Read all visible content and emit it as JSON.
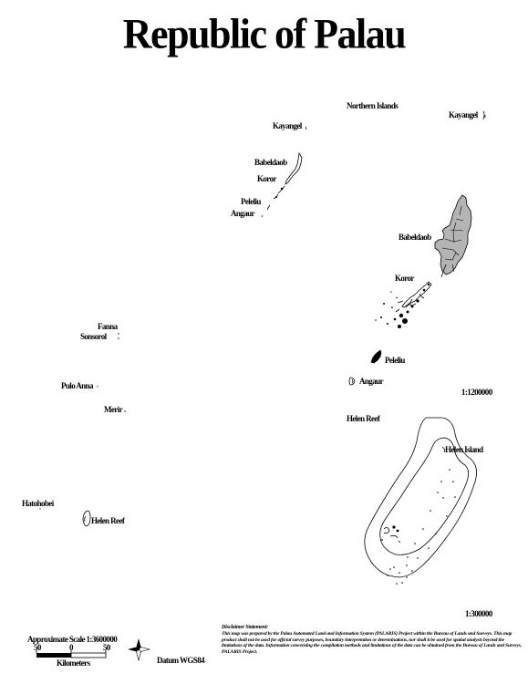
{
  "title": "Republic of Palau",
  "overview": {
    "labels": {
      "kayangel": "Kayangel",
      "babeldaob": "Babeldaob",
      "koror": "Koror",
      "peleliu": "Peleliu",
      "angaur": "Angaur",
      "sonsorol": "Sonsorol",
      "fanna": "Fanna",
      "pulo_anna": "Pulo Anna",
      "merir": "Merir",
      "hatohobei": "Hatohobei",
      "helen_reef": "Helen Reef"
    }
  },
  "inset_north": {
    "header": "Northern Islands",
    "kayangel": "Kayangel",
    "babeldaob": "Babeldaob",
    "koror": "Koror",
    "peleliu": "Peleliu",
    "angaur": "Angaur",
    "scale": "1:1200000",
    "state_fill": "#b4b4b4"
  },
  "inset_helen": {
    "header": "Helen Reef",
    "island": "Helen Island",
    "scale": "1:300000"
  },
  "footer": {
    "scale_label": "Approximate Scale 1:3600000",
    "ticks": [
      "50",
      "0",
      "50"
    ],
    "units": "Kilometers",
    "datum": "Datum WGS84",
    "compass_icon": "compass-rose-icon"
  },
  "disclaimer": {
    "heading": "Disclaimer Statement:",
    "body": "This map was prepared by the Palau Automated Land and Information System (PALARIS) Project within the Bureau of Lands and Surveys. This map product shall not be used for official survey purposes, boundary interpretation or determinations, nor shall it be used for spatial analysis beyond the limitations of the data. Information concerning the compilation methods and limitations of the data can be obtained from the Bureau of Lands and Surveys, PALARIS Project."
  }
}
